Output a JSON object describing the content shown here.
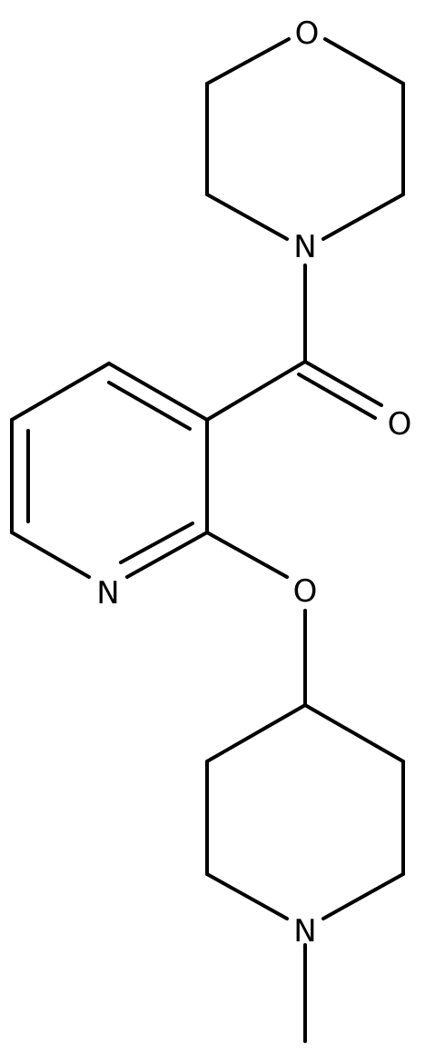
{
  "atoms": {
    "morpholine_oxygen": "O",
    "morpholine_nitrogen": "N",
    "carbonyl_oxygen": "O",
    "pyridine_nitrogen": "N",
    "ether_oxygen": "O",
    "piperidine_nitrogen": "N"
  },
  "colors": {
    "bond": "#000000",
    "label": "#000000",
    "background": "#ffffff"
  }
}
